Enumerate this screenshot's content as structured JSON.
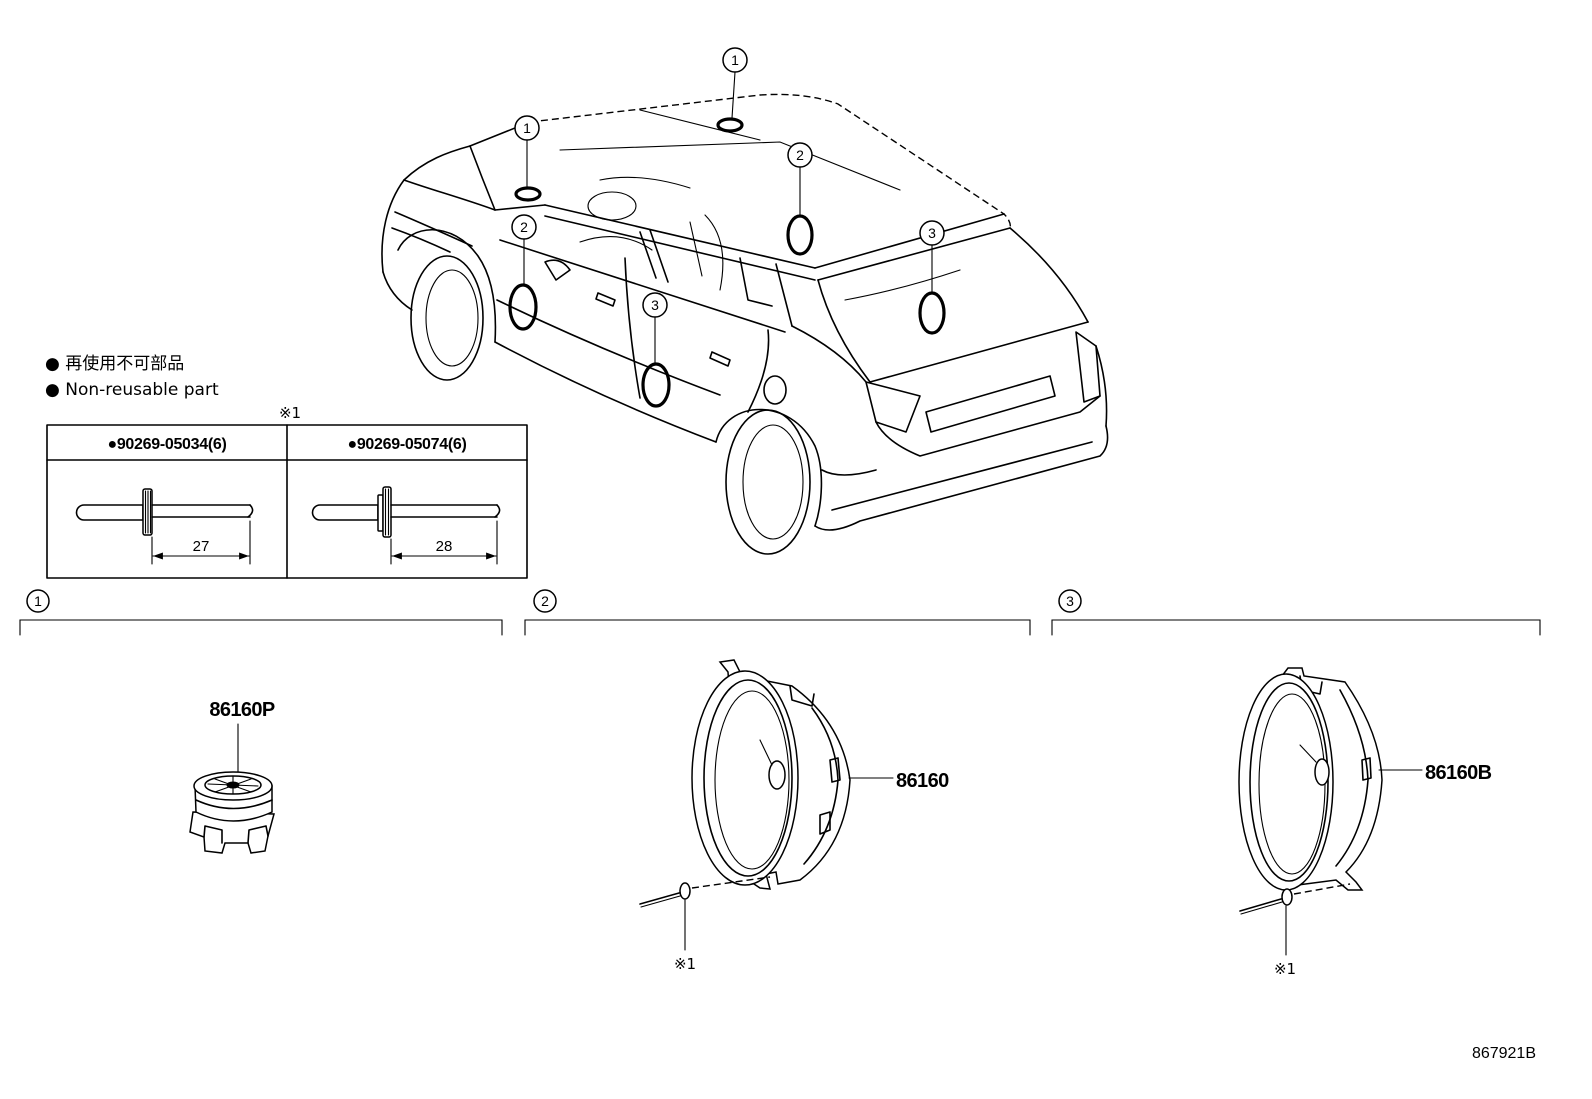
{
  "legend": {
    "line_ja": "● 再使用不可部品",
    "line_en": "● Non-reusable part"
  },
  "table": {
    "note": "※1",
    "columns": [
      {
        "part": "●90269-05034(6)",
        "length": "27"
      },
      {
        "part": "●90269-05074(6)",
        "length": "28"
      }
    ]
  },
  "car_callouts": [
    {
      "number": "1"
    },
    {
      "number": "1"
    },
    {
      "number": "2"
    },
    {
      "number": "2"
    },
    {
      "number": "3"
    },
    {
      "number": "3"
    }
  ],
  "sections": [
    {
      "number": "1",
      "part": "86160P"
    },
    {
      "number": "2",
      "part": "86160",
      "note": "※1"
    },
    {
      "number": "3",
      "part": "86160B",
      "note": "※1"
    }
  ],
  "drawing_number": "867921B",
  "colors": {
    "line": "#000000",
    "background": "#ffffff"
  }
}
